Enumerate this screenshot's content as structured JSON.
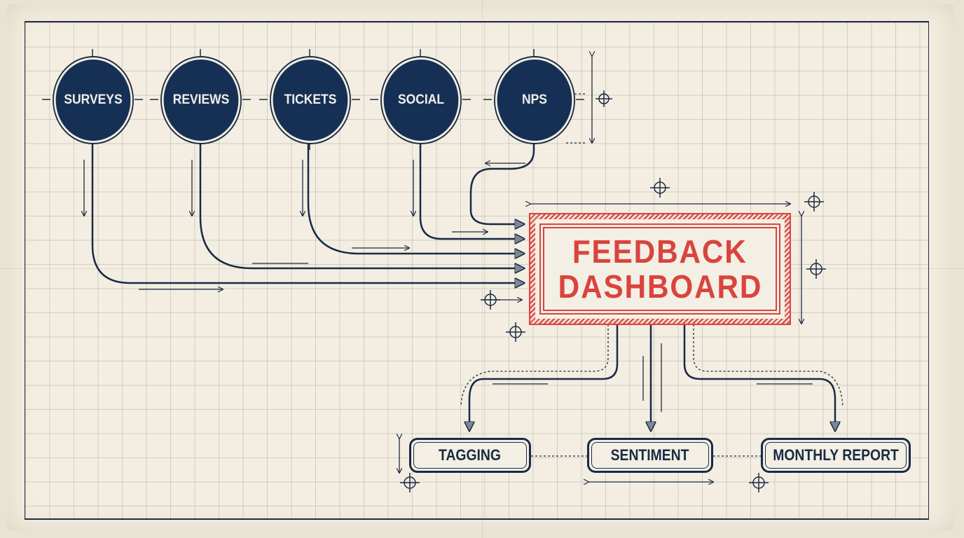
{
  "diagram": {
    "title_line1": "FEEDBACK",
    "title_line2": "DASHBOARD",
    "sources": [
      {
        "label": "SURVEYS"
      },
      {
        "label": "REVIEWS"
      },
      {
        "label": "TICKETS"
      },
      {
        "label": "SOCIAL"
      },
      {
        "label": "NPS"
      }
    ],
    "outputs": [
      {
        "label": "TAGGING"
      },
      {
        "label": "SENTIMENT"
      },
      {
        "label": "MONTHLY REPORT"
      }
    ],
    "colors": {
      "navy": "#163055",
      "ink": "#1a2a44",
      "red": "#d9443e",
      "paper": "#f3eee1"
    }
  }
}
